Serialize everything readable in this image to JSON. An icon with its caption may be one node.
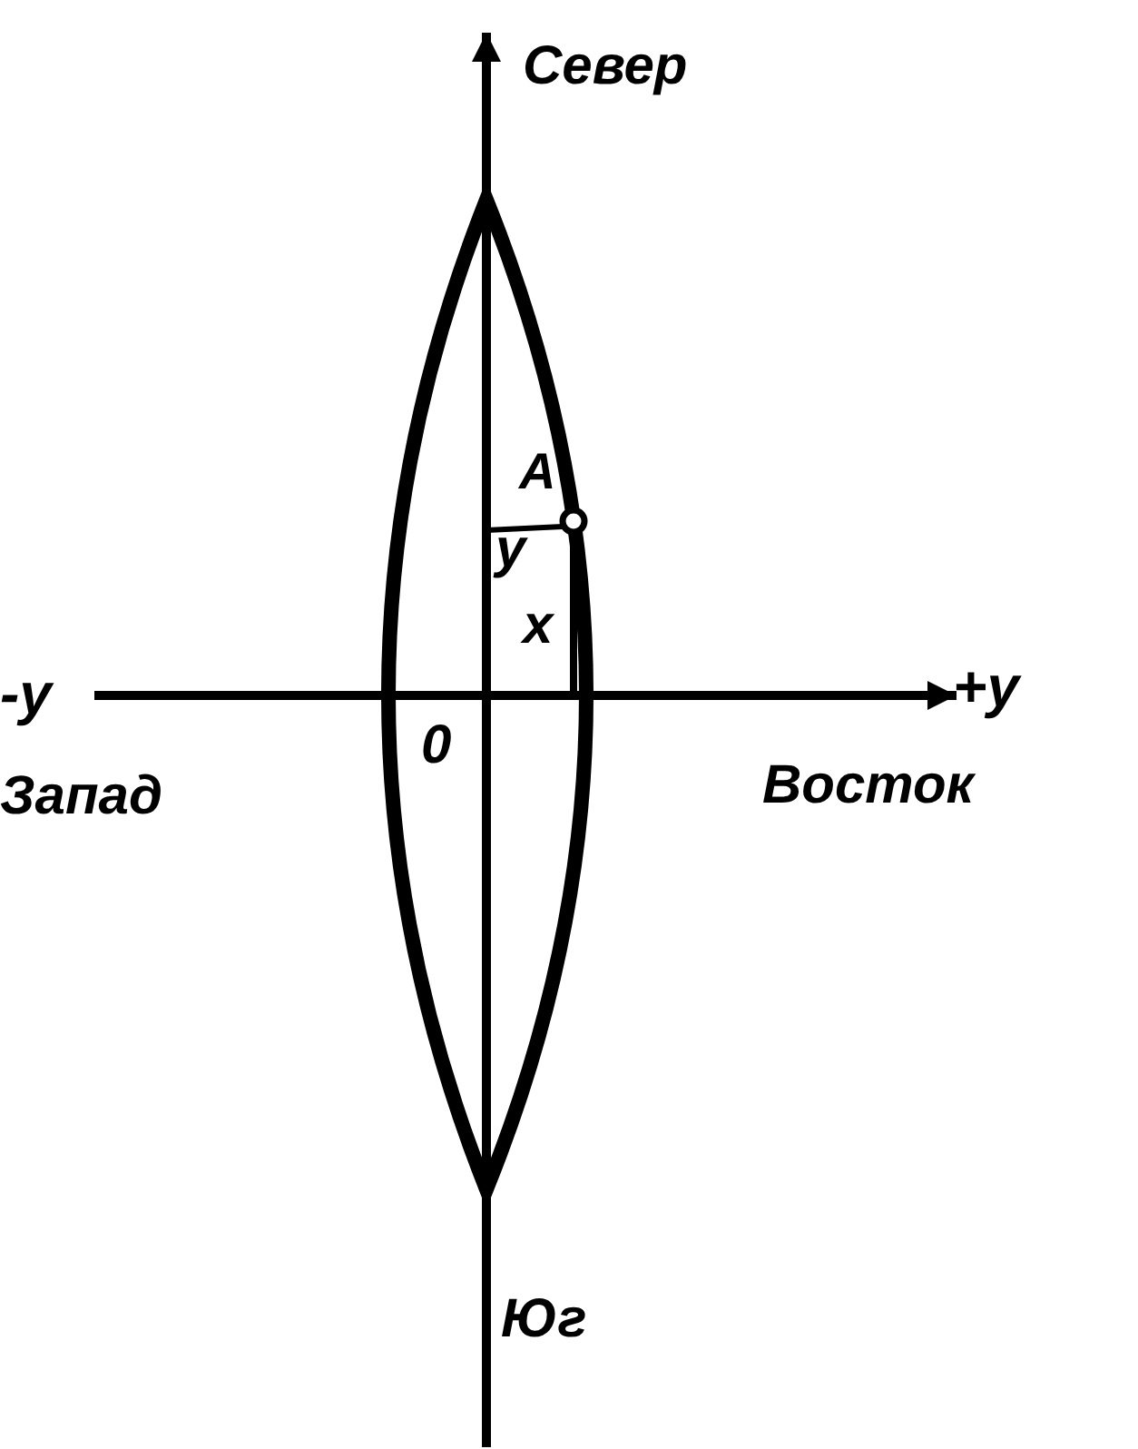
{
  "diagram": {
    "labels": [
      "Север",
      "A",
      "y",
      "x",
      "-y",
      "+y",
      "0",
      "Запад",
      "Восток",
      "Юг"
    ]
  }
}
